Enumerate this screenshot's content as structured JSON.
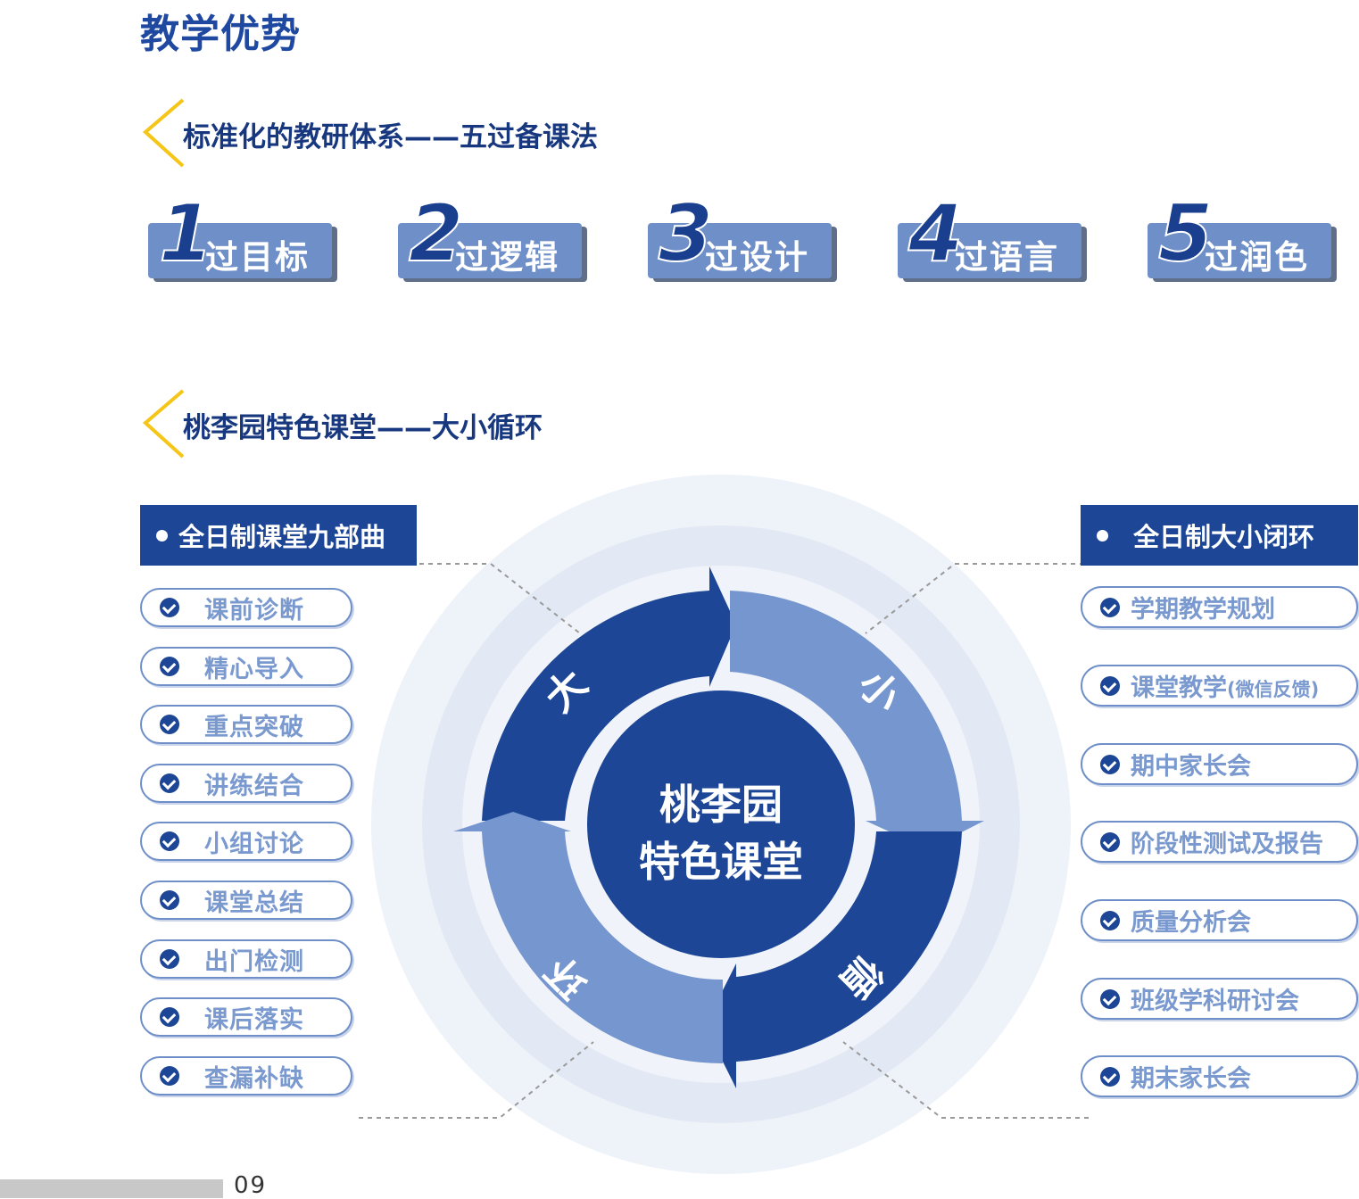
{
  "page_title": "教学优势",
  "section1": {
    "title": "标准化的教研体系——五过备课法"
  },
  "steps": [
    {
      "num": "1",
      "label": "过目标"
    },
    {
      "num": "2",
      "label": "过逻辑"
    },
    {
      "num": "3",
      "label": "过设计"
    },
    {
      "num": "4",
      "label": "过语言"
    },
    {
      "num": "5",
      "label": "过润色"
    }
  ],
  "section2": {
    "title": "桃李园特色课堂——大小循环"
  },
  "left_panel": {
    "title": "全日制课堂九部曲",
    "items": [
      "课前诊断",
      "精心导入",
      "重点突破",
      "讲练结合",
      "小组讨论",
      "课堂总结",
      "出门检测",
      "课后落实",
      "查漏补缺"
    ]
  },
  "right_panel": {
    "title": "全日制大小闭环",
    "items": [
      "学期教学规划",
      "课堂教学",
      "期中家长会",
      "阶段性测试及报告",
      "质量分析会",
      "班级学科研讨会",
      "期末家长会"
    ],
    "item2_note": "(微信反馈)"
  },
  "cycle": {
    "center_line1": "桃李园",
    "center_line2": "特色课堂",
    "arrows": [
      "大",
      "小",
      "循",
      "环"
    ]
  },
  "colors": {
    "dark_blue": "#1d4697",
    "light_blue": "#7596cf",
    "ring_bg": "#e6ecf6",
    "accent_yellow": "#f5c518"
  },
  "page_number": "09"
}
